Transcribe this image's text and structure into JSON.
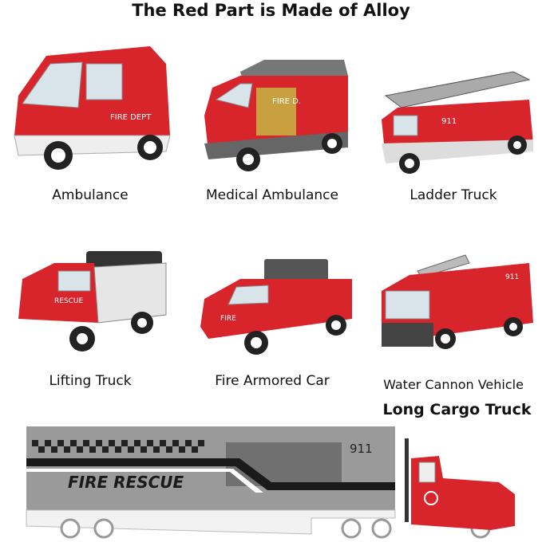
{
  "title": "The Red Part is Made of Alloy",
  "colors": {
    "alloy_red": "#d8252c",
    "plastic_gray": "#8a8a8a",
    "trailer_gray": "#9a9a9a",
    "white_plastic": "#f2f2f2"
  },
  "vehicles": [
    {
      "label": "Ambulance",
      "decal": "FIRE DEPT"
    },
    {
      "label": "Medical Ambulance",
      "decal": "FIRE D."
    },
    {
      "label": "Ladder Truck",
      "decal": "911"
    },
    {
      "label": "Lifting Truck",
      "decal": "RESCUE"
    },
    {
      "label": "Fire Armored Car",
      "decal": "FIRE"
    },
    {
      "label": "Water Cannon Vehicle",
      "decal": "911"
    }
  ],
  "cargo_truck": {
    "label": "Long Cargo Truck",
    "trailer_text": "FIRE RESCUE",
    "trailer_number": "911"
  }
}
